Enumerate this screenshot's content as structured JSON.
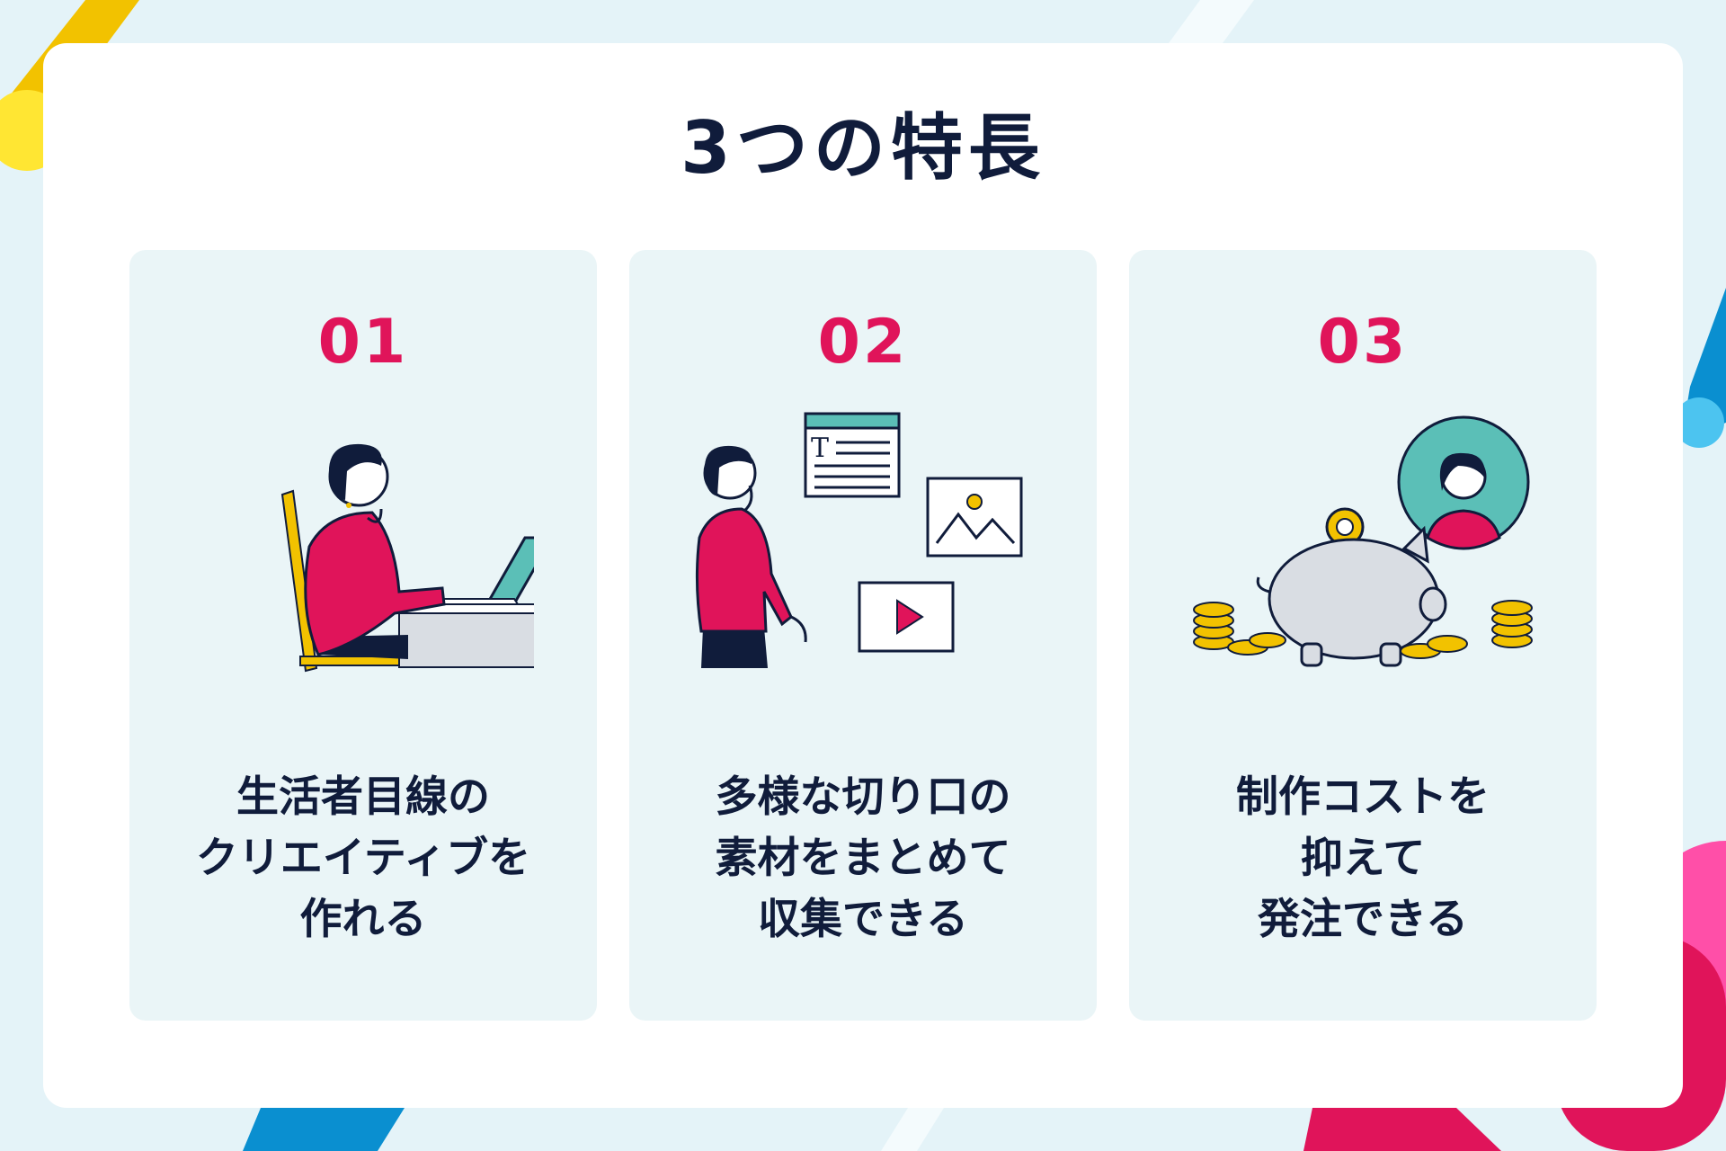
{
  "title": "3つの特長",
  "colors": {
    "background": "#e4f3f8",
    "panel": "#ffffff",
    "card": "#eaf5f7",
    "number": "#e0145a",
    "text": "#101c3b",
    "accent_red": "#dc1259",
    "accent_teal": "#5bbfb7",
    "accent_yellow": "#f2c200",
    "accent_blue": "#0a8fd0"
  },
  "features": [
    {
      "number": "01",
      "lines": [
        "生活者目線の",
        "クリエイティブを",
        "作れる"
      ],
      "icon": "woman-at-laptop-illustration"
    },
    {
      "number": "02",
      "lines": [
        "多様な切り口の",
        "素材をまとめて",
        "収集できる"
      ],
      "icon": "woman-with-media-assets-illustration"
    },
    {
      "number": "03",
      "lines": [
        "制作コストを",
        "抑えて",
        "発注できる"
      ],
      "icon": "piggy-bank-coins-illustration"
    }
  ]
}
